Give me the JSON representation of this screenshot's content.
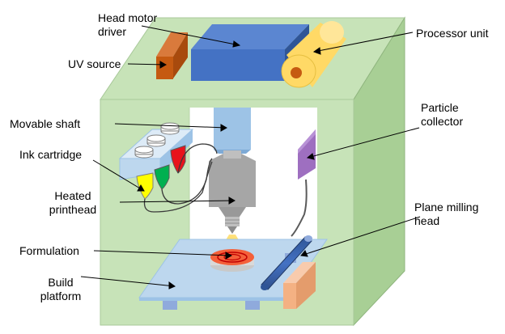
{
  "colors": {
    "frame": "#c7e3b8",
    "frame_edge": "#8fb57e",
    "uv_source": "#c55a11",
    "motor_driver": "#4472c4",
    "processor": "#ffd966",
    "shaft": "#9dc3e6",
    "printhead": "#a6a6a6",
    "particle_collector": "#9e6fc0",
    "ink_yellow": "#ffff00",
    "ink_green": "#00b050",
    "ink_red": "#e8131c",
    "formulation": "#f4603a",
    "build_platform": "#bdd7ee",
    "milling_head": "#4472c4",
    "block": "#f4b183"
  },
  "labels": {
    "head_motor_driver_1": "Head motor",
    "head_motor_driver_2": "driver",
    "uv_source": "UV source",
    "processor_unit": "Processor unit",
    "particle_collector_1": "Particle",
    "particle_collector_2": "collector",
    "movable_shaft": "Movable shaft",
    "ink_cartridge": "Ink cartridge",
    "heated_printhead_1": "Heated",
    "heated_printhead_2": "printhead",
    "plane_milling_head_1": "Plane milling",
    "plane_milling_head_2": "head",
    "formulation": "Formulation",
    "build_platform_1": "Build",
    "build_platform_2": "platform"
  }
}
